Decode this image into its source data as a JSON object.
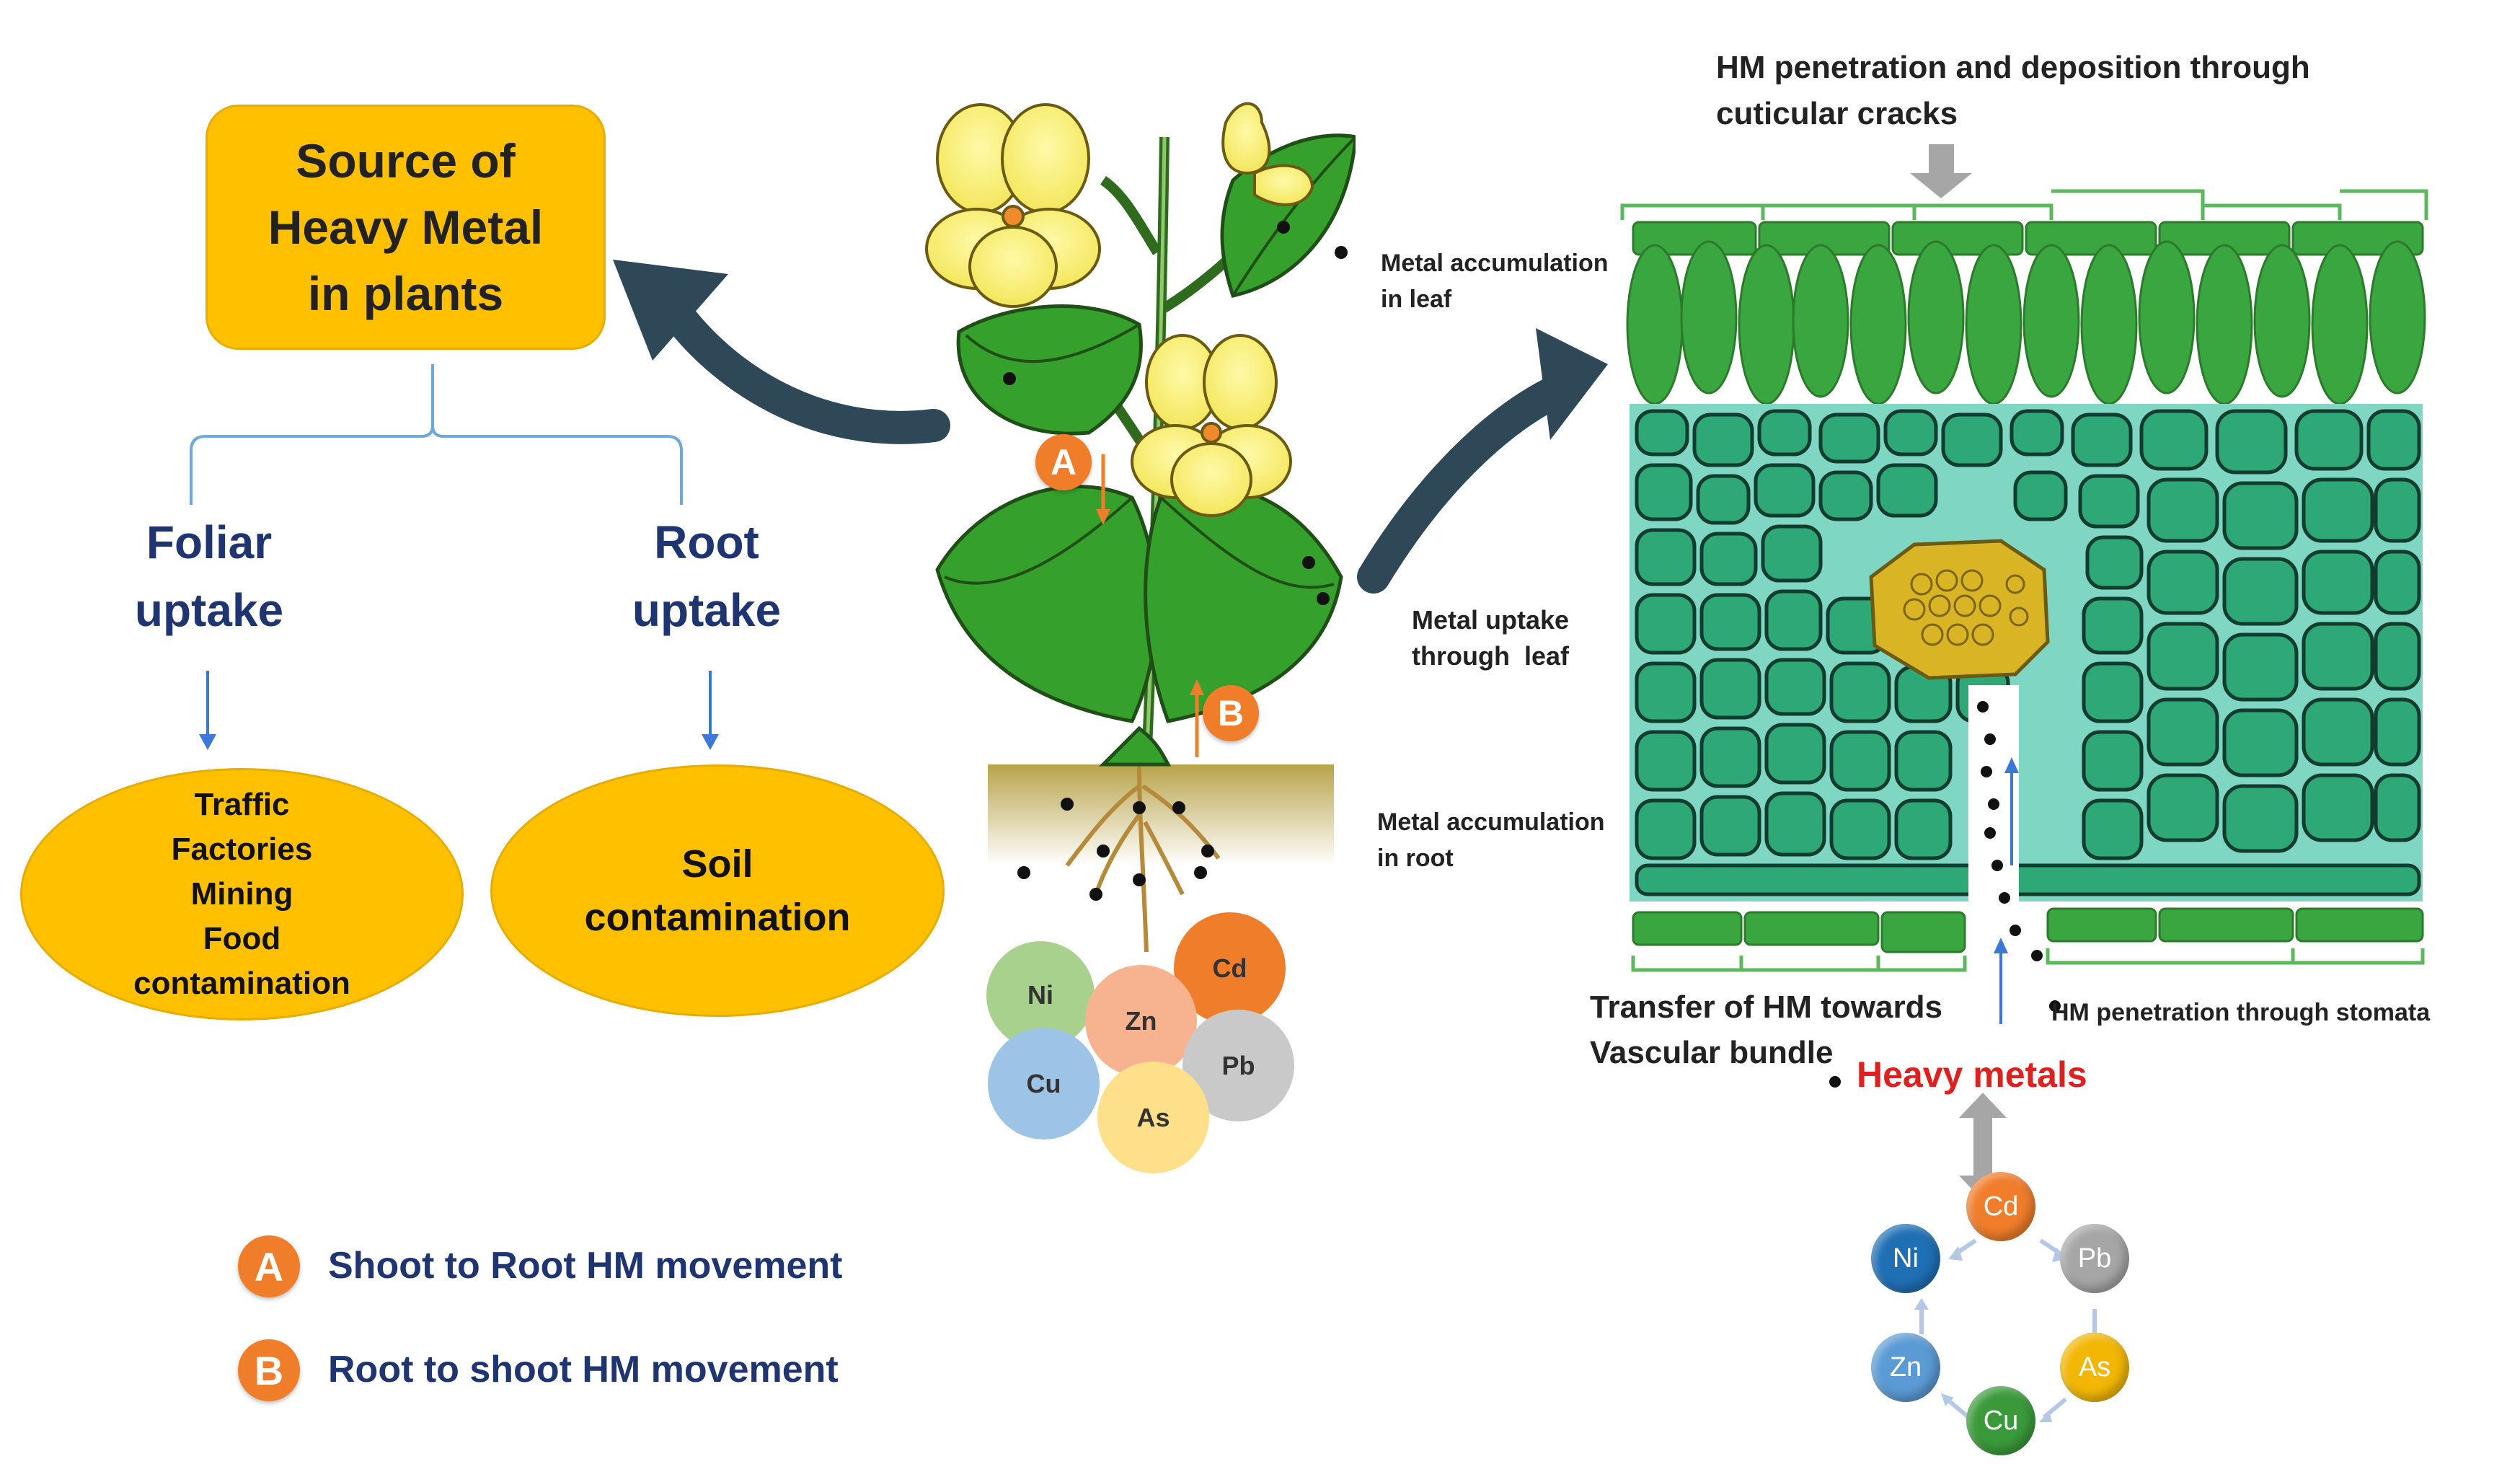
{
  "source_box": {
    "title": "Source of\nHeavy Metal\nin plants"
  },
  "uptake": {
    "foliar": "Foliar\nuptake",
    "root": "Root\nuptake"
  },
  "foliar_sources": [
    "Traffic",
    "Factories",
    "Mining",
    "Food",
    "contamination"
  ],
  "root_source": "Soil\ncontamination",
  "movement_markers": {
    "a_letter": "A",
    "b_letter": "B"
  },
  "legend": [
    {
      "badge": "A",
      "label": "Shoot to Root HM movement"
    },
    {
      "badge": "B",
      "label": "Root to shoot HM movement"
    }
  ],
  "soil_metals": [
    "Ni",
    "Cd",
    "Zn",
    "Pb",
    "Cu",
    "As"
  ],
  "leaf_section": {
    "top_label": "HM penetration and deposition through\ncuticular cracks",
    "label_leaf_accumulation": "Metal accumulation\nin leaf",
    "label_uptake": "Metal uptake\nthrough  leaf",
    "label_root_accumulation": "Metal accumulation\nin root",
    "transfer_label": "Transfer of HM towards\nVascular bundle",
    "stomata_label": "HM penetration through stomata",
    "heavy_metals": "Heavy metals"
  },
  "metal_cycle": [
    "Cd",
    "Pb",
    "As",
    "Cu",
    "Zn",
    "Ni"
  ],
  "colors": {
    "gold": "#ffc000",
    "navy_text": "#1f3571",
    "arrow_navy": "#2f4858",
    "leaf_green": "#3a9a3a",
    "cell_green": "#2fa877",
    "red_label": "#e01f1f",
    "badge_orange": "#f07d2a"
  }
}
